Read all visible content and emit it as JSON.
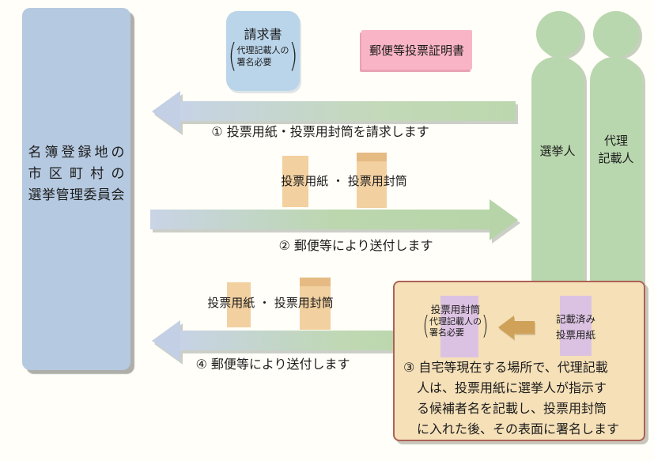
{
  "palette": {
    "background": "#FFFEF8",
    "committee_box_fill": "#B5C9E0",
    "request_box_fill": "#BAD5EA",
    "certificate_box_fill": "#F9B5C5",
    "figure_green": "#B9D7AE",
    "arrow_blue_end": "#C7D3E6",
    "arrow_green_end": "#BCD7AE",
    "envelope_tan": "#F2D0A0",
    "step3_box_fill": "#F5E0B8",
    "step3_box_border": "#AC6255",
    "purple_slip": "#DCC2E2",
    "brown_arrow": "#CFA159",
    "text": "#1C1C1C"
  },
  "glyphs": {
    "paren_open": "(",
    "paren_close": ")"
  },
  "committee_box": {
    "lines": [
      "名簿登録地の",
      "市区町村の",
      "選挙管理委員会"
    ]
  },
  "request_form_box": {
    "title": "請求書",
    "note_lines": [
      "代理記載人の",
      "署名必要"
    ]
  },
  "certificate_box": {
    "label": "郵便等投票証明書"
  },
  "steps": {
    "step1_label": "① 投票用紙・投票用封筒を請求します",
    "step2_items_label": "投票用紙 ・ 投票用封筒",
    "step2_label": "② 郵便等により送付します",
    "step4_items_label": "投票用紙 ・ 投票用封筒",
    "step4_label": "④ 郵便等により送付します"
  },
  "figures": {
    "elector_label": "選挙人",
    "proxy_label_lines": [
      "代理",
      "記載人"
    ]
  },
  "step3_box": {
    "envelope_title": "投票用封筒",
    "envelope_note_lines": [
      "代理記載人の",
      "署名必要"
    ],
    "ballot_label_lines": [
      "記載済み",
      "投票用紙"
    ],
    "description_lines": [
      "③ 自宅等現在する場所で、代理記載",
      "人は、投票用紙に選挙人が指示す",
      "る候補者名を記載し、投票用封筒",
      "に入れた後、その表面に署名します"
    ]
  }
}
